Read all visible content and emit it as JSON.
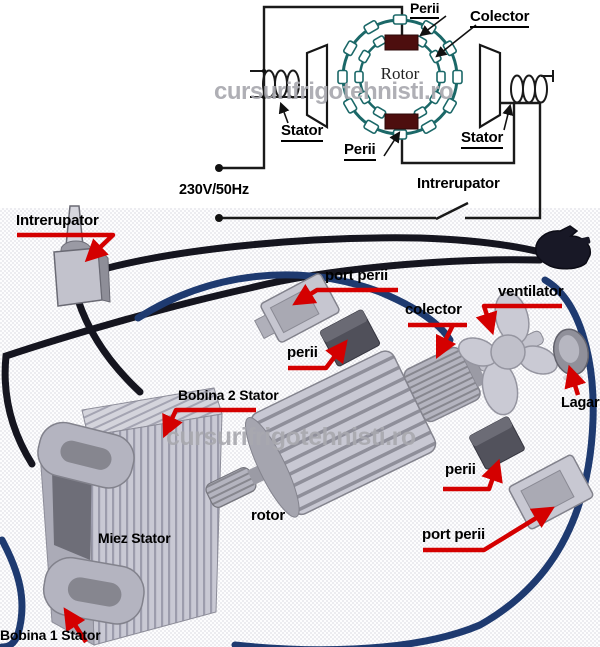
{
  "watermark": {
    "text": "cursurifrigotehnisti.ro"
  },
  "schematic": {
    "labels": {
      "perii_top": "Perii",
      "colector": "Colector",
      "stator_left": "Stator",
      "perii_bottom": "Perii",
      "stator_right": "Stator",
      "rotor": "Rotor",
      "supply": "230V/50Hz",
      "switch": "Intrerupator"
    }
  },
  "photo": {
    "labels": {
      "switch": "Intrerupator",
      "port_perii_left": "port perii",
      "perii_left": "perii",
      "colector": "colector",
      "ventilator": "ventilator",
      "bearing": "Lagar",
      "coil2": "Bobina 2 Stator",
      "core": "Miez Stator",
      "rotor": "rotor",
      "perii_right": "perii",
      "port_perii_right": "port perii",
      "coil1": "Bobina 1 Stator"
    }
  },
  "colors": {
    "label_arrow_red": "#d40000",
    "schematic_teal": "#1b6868",
    "brush_maroon": "#4d0e0e",
    "cable_black": "#15151f",
    "cable_blue": "#1e3a70",
    "watermark_gray": "#a9a9af"
  }
}
